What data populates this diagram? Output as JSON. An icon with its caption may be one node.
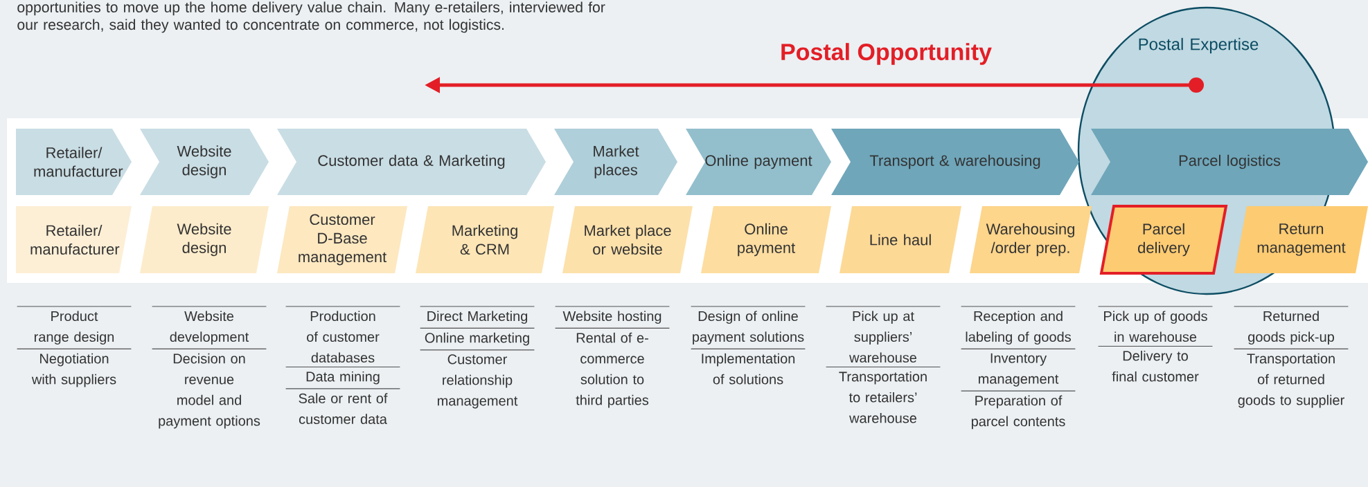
{
  "diagram": {
    "nodes": [
      {
        "text": [
          "Postal Expertise"
        ]
      },
      {
        "text": [
          "Retailer/ manufacturer"
        ]
      },
      {
        "text": [
          "Website design"
        ]
      },
      {
        "text": [
          "Customer data & Marketing"
        ]
      },
      {
        "text": [
          "Market places"
        ]
      },
      {
        "text": [
          "Online payment"
        ]
      },
      {
        "text": [
          "Transport & warehousing"
        ]
      },
      {
        "text": [
          "Parcel logistics"
        ]
      },
      {
        "text": [
          "Retailer/ manufacturer"
        ]
      },
      {
        "text": [
          "Website design"
        ]
      },
      {
        "text": [
          "Customer D-Base management"
        ]
      },
      {
        "text": [
          "Marketing & CRM"
        ]
      },
      {
        "text": [
          "Market place or website"
        ]
      },
      {
        "text": [
          "Online payment"
        ]
      },
      {
        "text": [
          "Line haul"
        ]
      },
      {
        "text": [
          "Warehousing /order prep."
        ]
      },
      {
        "text": [
          "Parcel delivery"
        ],
        "in": 0
      },
      {
        "text": [
          "Return management"
        ]
      }
    ],
    "labels": [
      "opportunities to move up the home delivery value chain. Many e-retailers, interviewed for our research, said they wanted to concentrate on commerce, not logistics.",
      "Postal Opportunity",
      "Product range design",
      "Negotiation with suppliers",
      "Website development",
      "Decision on revenue model and payment options",
      "Production of customer databases",
      "Data mining",
      "Sale or rent of customer data",
      "Direct Marketing",
      "Online marketing",
      "Customer relationship management",
      "Website hosting",
      "Rental of e-commerce solution to third parties",
      "Design of online payment solutions",
      "Implementation of solutions",
      "Pick up at suppliers’ warehouse",
      "Transportation to retailers’ warehouse",
      "Reception and labeling of goods",
      "Inventory management",
      "Preparation of parcel contents",
      "Pick up of goods in warehouse",
      "Delivery to final customer",
      "Returned goods pick-up",
      "Transportation of returned goods to supplier"
    ]
  }
}
